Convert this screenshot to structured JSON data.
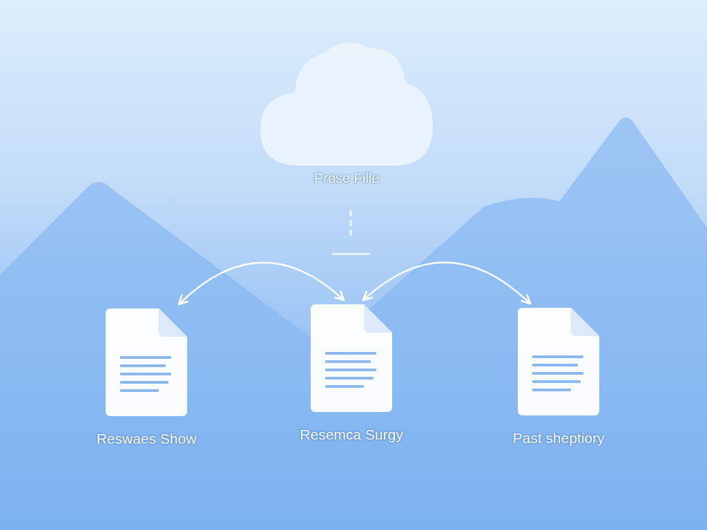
{
  "diagram": {
    "nodes": [
      {
        "text": [
          "Prose Fille"
        ]
      },
      {
        "text": [
          "Reswaes Show"
        ]
      },
      {
        "text": [
          "Resemca Surgy"
        ]
      },
      {
        "text": [
          "Past sheptiory"
        ]
      }
    ],
    "edges": [
      {
        "from": 1,
        "to": 2,
        "arrow": "both"
      },
      {
        "from": 2,
        "to": 3,
        "arrow": "both"
      }
    ]
  }
}
